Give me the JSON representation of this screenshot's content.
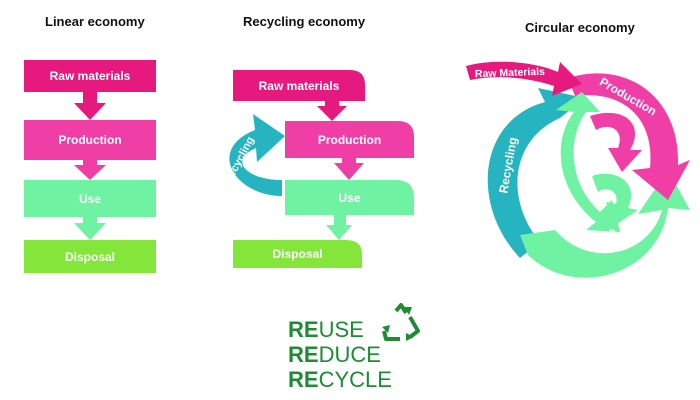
{
  "linear": {
    "title": "Linear economy",
    "raw": "Raw materials",
    "production": "Production",
    "use": "Use",
    "disposal": "Disposal"
  },
  "recycling": {
    "title": "Recycling economy",
    "raw": "Raw materials",
    "production": "Production",
    "use": "Use",
    "disposal": "Disposal",
    "recycling": "Recycling"
  },
  "circular": {
    "title": "Circular economy",
    "raw": "Raw Materials",
    "production": "Production",
    "recycling": "Recycling",
    "use": "Use"
  },
  "logo": {
    "line1_prefix": "RE",
    "line1_suffix": "USE",
    "line2_prefix": "RE",
    "line2_suffix": "DUCE",
    "line3_prefix": "RE",
    "line3_suffix": "CYCLE"
  },
  "colors": {
    "raw_materials": "#e6197f",
    "production": "#ef3fa6",
    "use": "#6ff2a2",
    "disposal": "#84e63a",
    "recycling": "#26b5c0",
    "logo_green": "#1e8c35"
  }
}
